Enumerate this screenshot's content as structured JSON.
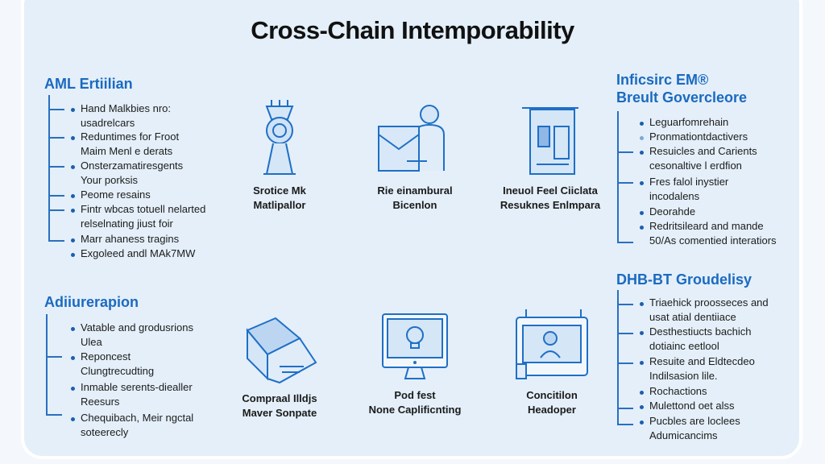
{
  "title": "Cross-Chain Intemporability",
  "sections": [
    {
      "heading": [
        "AML Ertiilian"
      ],
      "items": [
        [
          "Hand Malkbies nro:",
          "usadrelcars"
        ],
        [
          "Reduntimes for Froot",
          "Maim Menl e derats"
        ],
        [
          "Onsterzamatiresgents",
          "Your porksis"
        ],
        [
          "Peome resains"
        ],
        [
          "Fintr wbcas totuell nelarted",
          "relselnating jiust foir"
        ],
        [
          "Marr ahaness tragins"
        ],
        [
          "Exgoleed andl MAk7MW"
        ]
      ]
    },
    {
      "heading": [
        "Inficsirc EM®",
        "Breult Govercleore"
      ],
      "items": [
        [
          "Leguarfomrehain"
        ],
        [
          "Pronmationtdactivers"
        ],
        [
          "Resuicles and Carients",
          "cesonaltive l erdfion"
        ],
        [
          "Fres falol inystier",
          "incodalens"
        ],
        [
          "Deorahde"
        ],
        [
          "Redritsileard and mande",
          "50/As comentied interatiors"
        ]
      ]
    },
    {
      "heading": [
        "Adiiurerapion"
      ],
      "items": [
        [
          "Vatable and grodusrions",
          "Ulea"
        ],
        [
          "Reponcest",
          "Clungtrecudting"
        ],
        [
          "Inmable serents-diealler",
          "Reesurs"
        ],
        [
          "Chequibach, Meir ngctal",
          "soteerecly"
        ]
      ]
    },
    {
      "heading": [
        "DHB-BT Groudelisy"
      ],
      "items": [
        [
          "Triaehick proosseces and",
          "usat atial dentiiace"
        ],
        [
          "Desthestiucts bachich",
          "dotiainc eetlool"
        ],
        [
          "Resuite and Eldtecdeo",
          "Indilsasion lile."
        ],
        [
          "Rochactions"
        ],
        [
          "Mulettond oet alss"
        ],
        [
          "Pucbles are loclees",
          "Adumicancims"
        ]
      ]
    }
  ],
  "cards": [
    {
      "icon": "tower-gear-icon",
      "label": [
        "Srotice Mk",
        "Matlipallor"
      ]
    },
    {
      "icon": "person-envelope-icon",
      "label": [
        "Rie einambural",
        "Bicenlon"
      ]
    },
    {
      "icon": "document-scroll-icon",
      "label": [
        "Ineuol Feel Ciiclata",
        "Resuknes Enlmpara"
      ]
    },
    {
      "icon": "package-box-icon",
      "label": [
        "Compraal Illdjs",
        "Maver Sonpate"
      ]
    },
    {
      "icon": "monitor-lightbulb-icon",
      "label": [
        "Pod fest",
        "None Caplificnting"
      ]
    },
    {
      "icon": "screen-person-icon",
      "label": [
        "Concitilon",
        "Headoper"
      ]
    }
  ],
  "colors": {
    "accent": "#1b6ac0",
    "background": "#e4eff9",
    "frame": "#ffffff"
  }
}
